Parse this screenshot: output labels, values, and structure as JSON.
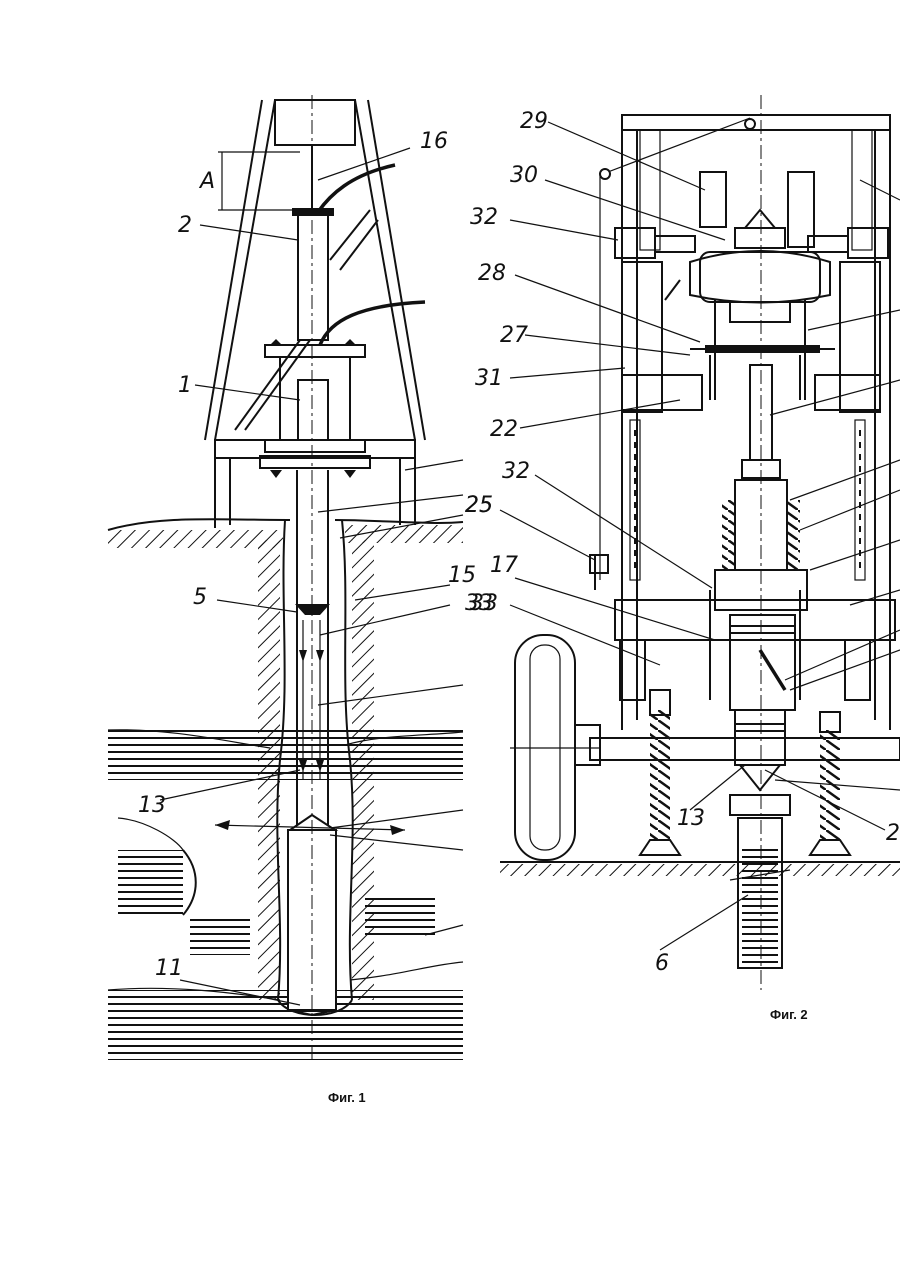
{
  "figures": [
    {
      "caption": "Фиг. 1",
      "dimension_label": "А",
      "labels": [
        "16",
        "2",
        "1",
        "25",
        "15",
        "5",
        "33",
        "13",
        "11"
      ]
    },
    {
      "caption": "Фиг. 2",
      "labels": [
        "29",
        "30",
        "32",
        "28",
        "27",
        "31",
        "22",
        "32",
        "25",
        "17",
        "33",
        "13",
        "6",
        "2"
      ]
    }
  ]
}
